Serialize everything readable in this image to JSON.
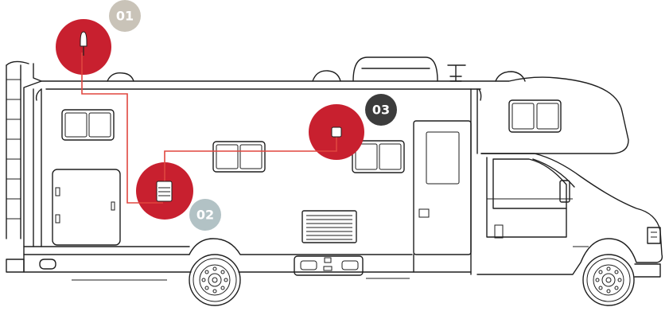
{
  "markers": [
    {
      "id": "antenna",
      "label": "01",
      "badge_color": "#c9c3b8"
    },
    {
      "id": "booster",
      "label": "02",
      "badge_color": "#b2c2c5"
    },
    {
      "id": "indoor-antenna",
      "label": "03",
      "badge_color": "#3c3c3c"
    }
  ],
  "colors": {
    "accent": "#c8202f",
    "wire": "#e0463f",
    "outline": "#1e1e1e"
  }
}
